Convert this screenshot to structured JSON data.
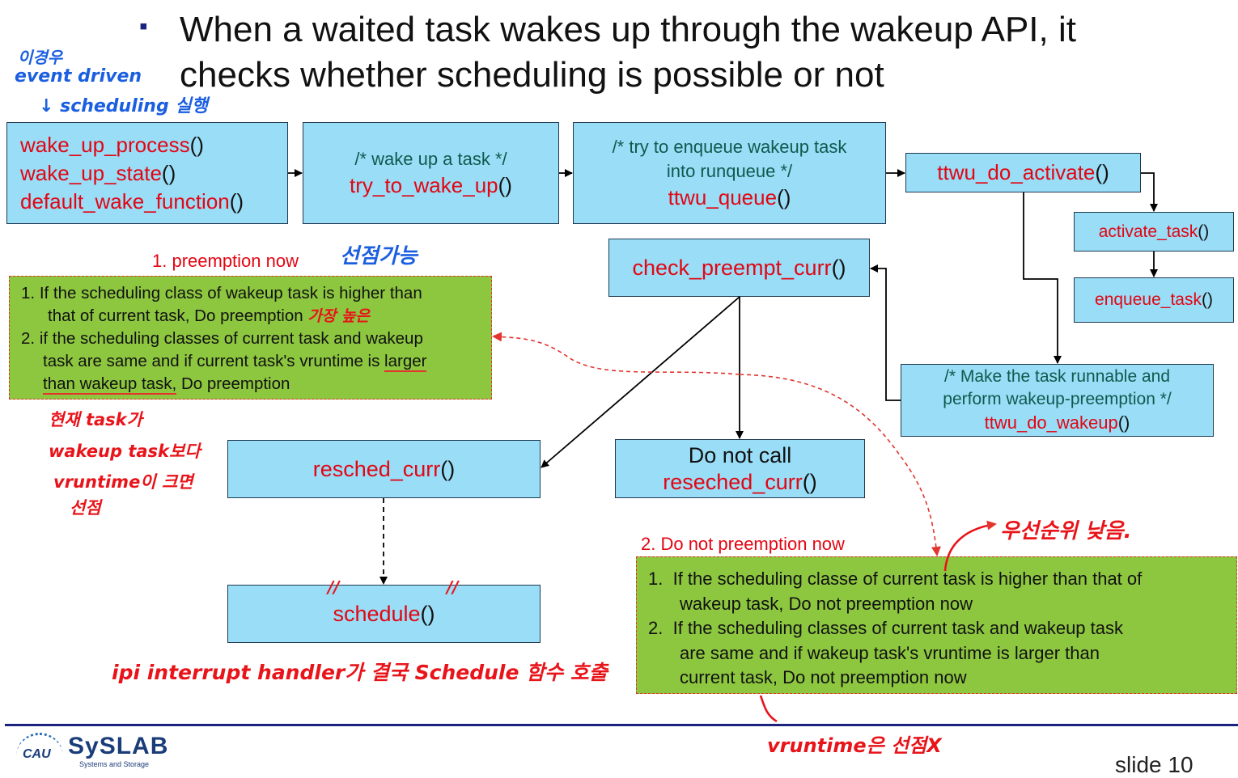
{
  "title": {
    "bullet": "▪",
    "line1": "When a waited task wakes up through the wakeup API, it",
    "line2": "checks whether scheduling is possible or not"
  },
  "boxes": {
    "wakeup_api": [
      "wake_up_process",
      "wake_up_state",
      "default_wake_function"
    ],
    "try_to_wake_up": {
      "comment": "/* wake up a task */",
      "func": "try_to_wake_up"
    },
    "ttwu_queue": {
      "comment1": "/* try to enqueue wakeup task",
      "comment2": "into runqueue */",
      "func": "ttwu_queue"
    },
    "ttwu_do_activate": "ttwu_do_activate",
    "activate_task": "activate_task",
    "enqueue_task": "enqueue_task",
    "check_preempt_curr": "check_preempt_curr",
    "ttwu_do_wakeup": {
      "comment1": "/* Make the task runnable and",
      "comment2": "perform wakeup-preemption */",
      "func": "ttwu_do_wakeup"
    },
    "resched_curr": "resched_curr",
    "do_not_call": {
      "line1": "Do not call",
      "func": "reseched_curr"
    },
    "schedule": "schedule"
  },
  "parens": "()",
  "preempt_now": {
    "label": "1. preemption now",
    "items": [
      {
        "num": "1.",
        "text1": "If the scheduling class of wakeup task is higher than",
        "text2": "that of current task, Do preemption"
      },
      {
        "num": "2.",
        "text1": "if the scheduling classes of current task and wakeup",
        "text2a": "task are same and if current task's vruntime is ",
        "text2b": "larger",
        "text3a": "than wakeup task,",
        "text3b": " Do preemption"
      }
    ]
  },
  "no_preempt": {
    "label": "2. Do not preemption now",
    "items": [
      {
        "num": "1.",
        "text1": "If the scheduling classe of current task is higher than that of",
        "text2": "wakeup task, Do not preemption now"
      },
      {
        "num": "2.",
        "text1": "If the scheduling classes of current task and wakeup task",
        "text2": "are same and if wakeup task's vruntime is larger than",
        "text3": "current task, Do not preemption now"
      }
    ]
  },
  "annotations": {
    "blue_top1": "이경우",
    "blue_top2": "event driven",
    "blue_top3": "↓ scheduling 실행",
    "blue_preemptible": "선점가능",
    "red_highest": "가장 높은",
    "red_left1": "현재 task가",
    "red_left2": "wakeup task보다",
    "red_left3": "vruntime이 크면",
    "red_left4": "선점",
    "red_ipi": "ipi interrupt handler가 결국 Schedule 함수 호출",
    "red_priority": "우선순위 낮음.",
    "red_vruntime": "vruntime은 선점X",
    "red_marks1": "//",
    "red_marks2": "//"
  },
  "footer": {
    "logo_small": "CAU",
    "logo": "SySLAB",
    "logo_sub": "Systems and Storage",
    "slide": "slide 10"
  },
  "colors": {
    "box_fill": "#99ddf7",
    "green_fill": "#8dc63f",
    "func_red": "#e30613",
    "comment_green": "#0f5a4e",
    "footer_line": "#1a237e"
  }
}
